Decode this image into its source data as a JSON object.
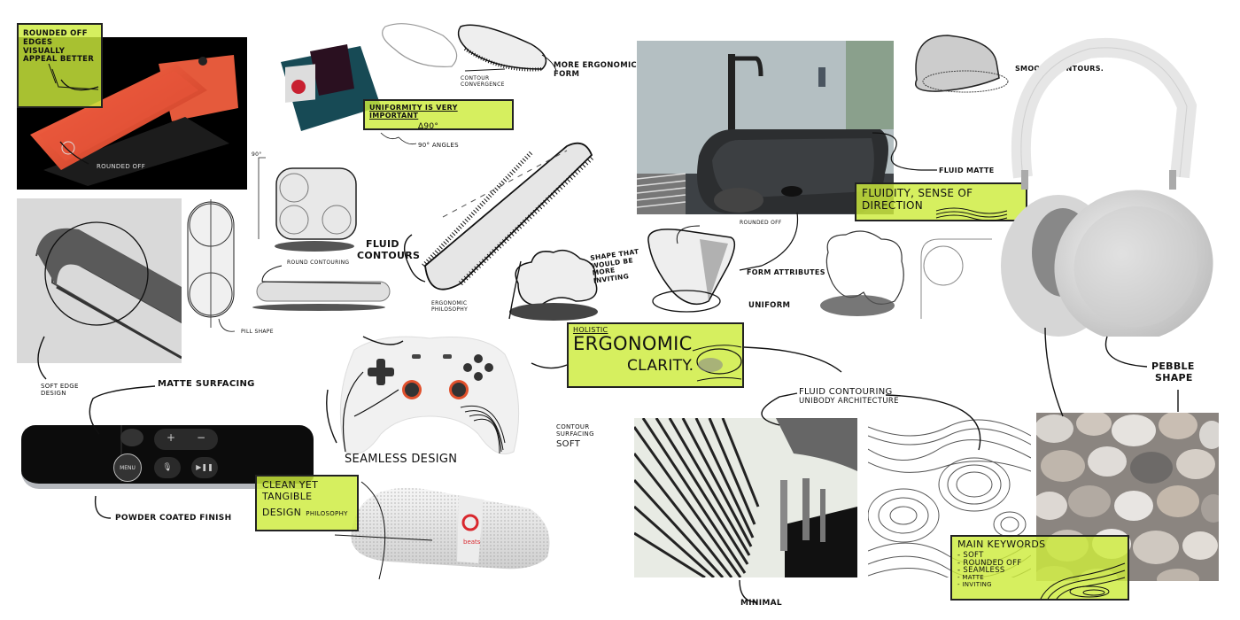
{
  "board": {
    "accent_color": "#cdeb3c",
    "background": "#ffffff"
  },
  "sticky_notes": {
    "rounded_edges": "Rounded off edges visually appeal better",
    "uniformity_title": "Uniformity is very important",
    "uniformity_sub": "∆90°",
    "fluidity": "Fluidity, sense of direction",
    "holistic_small": "Holistic",
    "holistic_big": "Ergonomic",
    "holistic_big2": "Clarity.",
    "clean_yet": "Clean yet",
    "tangible": "Tangible",
    "design_philosophy_a": "Design",
    "design_philosophy_b": "Philosophy",
    "keywords_title": "Main Keywords",
    "keywords": [
      "- Soft",
      "- Rounded off",
      "- Seamless",
      "- Matte",
      "- Inviting"
    ]
  },
  "annotations": {
    "rounded_off_phone": "Rounded off",
    "more_ergonomic_form_a": "More ergonomic",
    "more_ergonomic_form_b": "form",
    "contour_convergence_a": "Contour",
    "contour_convergence_b": "convergence",
    "ninety_angles": "90° angles",
    "ninety_small": "90°",
    "fluid_matte": "Fluid matte",
    "smooth_contours": "Smooth contours.",
    "round_contouring": "Round contouring",
    "pill_shape": "Pill shape",
    "fluid_contours_a": "Fluid",
    "fluid_contours_b": "contours",
    "shape_inviting": [
      "Shape that",
      "would be",
      "more",
      "inviting"
    ],
    "rounded_off_cube": "Rounded off",
    "form_attributes": "Form attributes",
    "uniform": "Uniform",
    "ergonomic_philosophy_a": "Ergonomic",
    "ergonomic_philosophy_b": "philosophy",
    "soft_edge_design_a": "Soft edge",
    "soft_edge_design_b": "design",
    "matte_surfacing": "Matte surfacing",
    "powder_coated": "Powder coated finish",
    "seamless_design": "Seamless design",
    "contour_surfacing_a": "Contour",
    "contour_surfacing_b": "surfacing",
    "soft": "Soft",
    "fluid_contouring": "Fluid contouring",
    "unibody": "Unibody architecture",
    "pebble_a": "Pebble",
    "pebble_b": "shape",
    "minimal": "Minimal"
  },
  "remote": {
    "menu_label": "MENU",
    "plus": "+",
    "minus": "−"
  },
  "speaker": {
    "brand": "beats"
  },
  "images": [
    {
      "name": "iphone-xr-photo"
    },
    {
      "name": "gopro-camera-photo"
    },
    {
      "name": "black-sink-photo"
    },
    {
      "name": "airpods-max-photo"
    },
    {
      "name": "bent-strip-render"
    },
    {
      "name": "apple-tv-remote-photo"
    },
    {
      "name": "stadia-controller-photo"
    },
    {
      "name": "beats-pill-photo"
    },
    {
      "name": "architecture-photo"
    },
    {
      "name": "topographic-lines-image"
    },
    {
      "name": "pebbles-photo"
    }
  ]
}
